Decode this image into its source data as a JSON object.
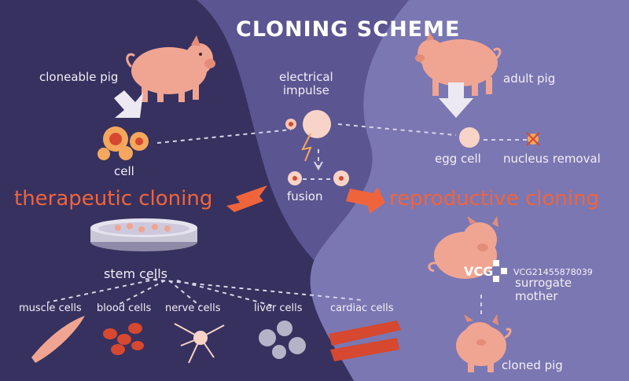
{
  "title": "CLONING SCHEME",
  "labels": {
    "cloneable_pig": "cloneable pig",
    "cell": "cell",
    "electrical_impulse": "electrical\nimpulse",
    "adult_pig": "adult pig",
    "egg_cell": "egg cell",
    "nucleus_removal": "nucleus removal",
    "fusion": "fusion",
    "stem_cells": "stem cells",
    "surrogate_mother": "surrogate\nmother",
    "cloned_pig": "cloned pig"
  },
  "branches": {
    "therapeutic": "therapeutic cloning",
    "reproductive": "reproductive cloning"
  },
  "cell_types": [
    "muscle cells",
    "blood cells",
    "nerve cells",
    "liver cells",
    "cardiac cells"
  ],
  "watermark": {
    "logo": "VCG",
    "id_text": "VCG21455878039"
  },
  "colors": {
    "dark_bg": "#37315f",
    "mid_bg": "#5b5591",
    "light_bg": "#7b77b2",
    "accent_orange": "#f0643c",
    "pig_pink": "#f0a592",
    "label_text": "#f3eef6"
  }
}
